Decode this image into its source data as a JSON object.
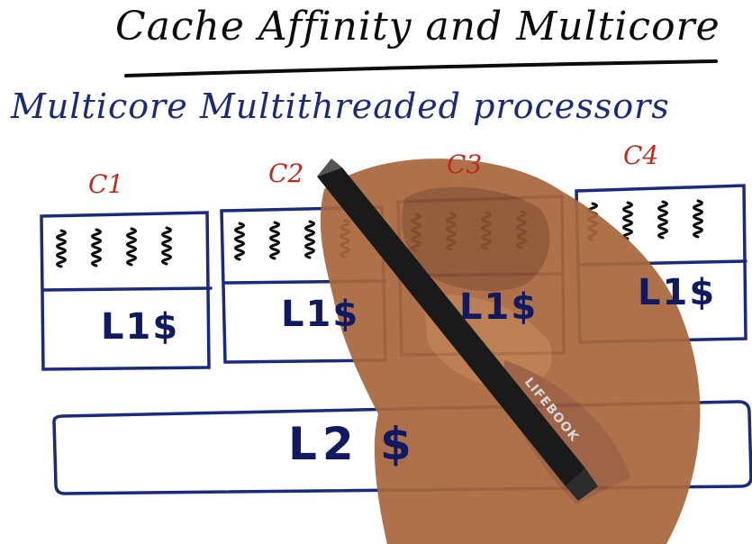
{
  "title": "Cache Affinity and Multicore",
  "subtitle": "Multicore Multithreaded processors",
  "cores": [
    {
      "label": "C1",
      "cache": "L1$",
      "threads": 4
    },
    {
      "label": "C2",
      "cache": "L1$",
      "threads": 4
    },
    {
      "label": "C3",
      "cache": "L1$",
      "threads": 4
    },
    {
      "label": "C4",
      "cache": "L1$",
      "threads": 4
    }
  ],
  "shared_cache": "L2 $",
  "pen_brand": "LIFEBOOK",
  "colors": {
    "ink_black": "#0b0b0b",
    "ink_blue": "#1b2a7c",
    "ink_red": "#c0281c",
    "skin": "#a8673c",
    "pen": "#1a1a1a"
  }
}
